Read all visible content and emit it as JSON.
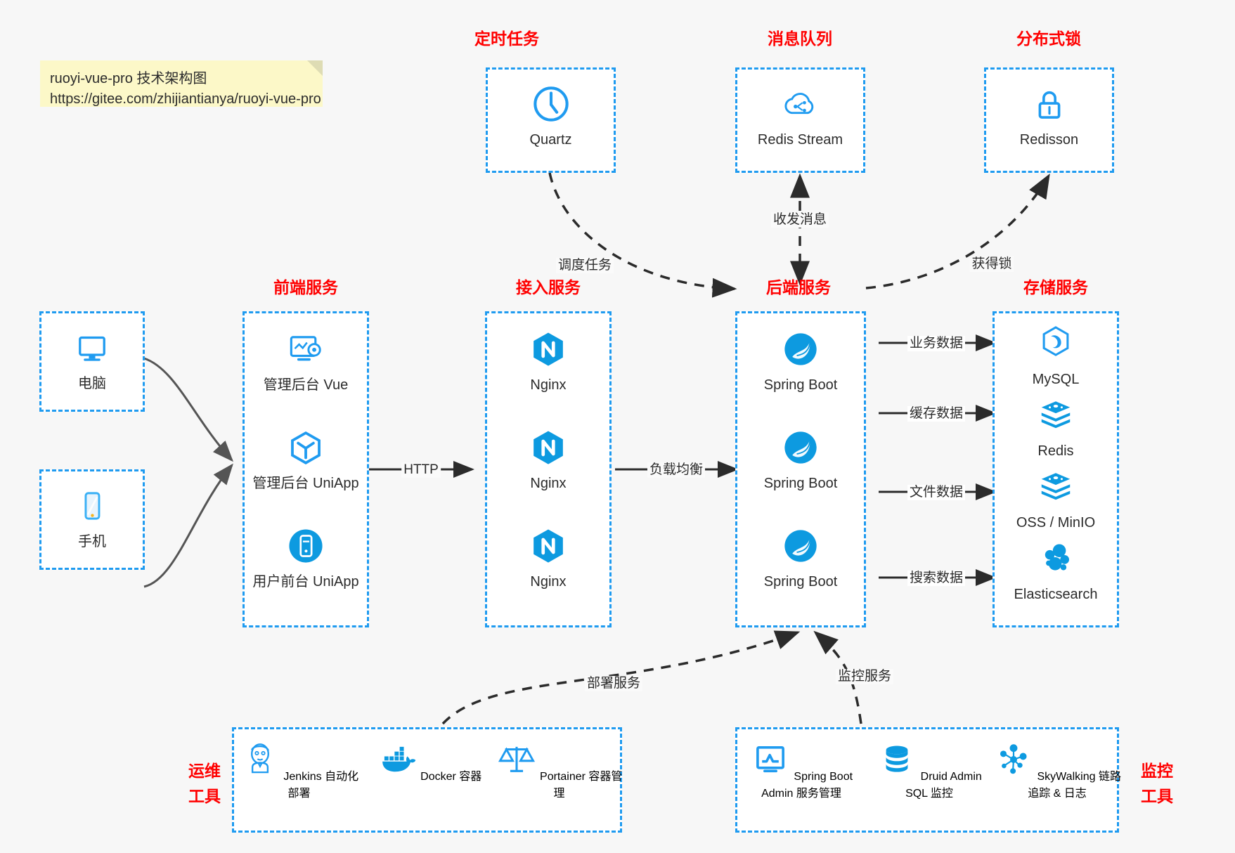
{
  "note": {
    "line1": "ruoyi-vue-pro 技术架构图",
    "line2": "https://gitee.com/zhijiantianya/ruoyi-vue-pro"
  },
  "colors": {
    "box_border": "#1f9bf0",
    "group_title": "#ff0000",
    "icon_blue": "#1f9bf0",
    "arrow_dark": "#2b2b2b",
    "arrow_gray": "#555555",
    "note_bg": "#fcf8c8",
    "page_bg": "#f7f7f7"
  },
  "groups": {
    "scheduler": {
      "title": "定时任务",
      "nodes": [
        {
          "label": "Quartz",
          "icon": "clock-icon"
        }
      ]
    },
    "mq": {
      "title": "消息队列",
      "nodes": [
        {
          "label": "Redis Stream",
          "icon": "cloud-stream-icon"
        }
      ]
    },
    "lock": {
      "title": "分布式锁",
      "nodes": [
        {
          "label": "Redisson",
          "icon": "lock-icon"
        }
      ]
    },
    "clients": {
      "nodes": [
        {
          "label": "电脑",
          "icon": "desktop-icon"
        },
        {
          "label": "手机",
          "icon": "phone-icon"
        }
      ]
    },
    "frontend": {
      "title": "前端服务",
      "nodes": [
        {
          "label": "管理后台 Vue",
          "icon": "dashboard-settings-icon"
        },
        {
          "label": "管理后台 UniApp",
          "icon": "cube-icon"
        },
        {
          "label": "用户前台 UniApp",
          "icon": "mobile-circle-icon"
        }
      ]
    },
    "gateway": {
      "title": "接入服务",
      "nodes": [
        {
          "label": "Nginx",
          "icon": "nginx-icon"
        },
        {
          "label": "Nginx",
          "icon": "nginx-icon"
        },
        {
          "label": "Nginx",
          "icon": "nginx-icon"
        }
      ]
    },
    "backend": {
      "title": "后端服务",
      "nodes": [
        {
          "label": "Spring Boot",
          "icon": "spring-icon"
        },
        {
          "label": "Spring Boot",
          "icon": "spring-icon"
        },
        {
          "label": "Spring Boot",
          "icon": "spring-icon"
        }
      ]
    },
    "storage": {
      "title": "存储服务",
      "nodes": [
        {
          "label": "MySQL",
          "icon": "mysql-icon"
        },
        {
          "label": "Redis",
          "icon": "redis-icon"
        },
        {
          "label": "OSS / MinIO",
          "icon": "redis-icon"
        },
        {
          "label": "Elasticsearch",
          "icon": "elasticsearch-icon"
        }
      ]
    },
    "devops": {
      "title_line1": "运维",
      "title_line2": "工具",
      "nodes": [
        {
          "label": "Jenkins",
          "sublabel": "自动化部署",
          "icon": "jenkins-icon"
        },
        {
          "label": "Docker",
          "sublabel": "容器",
          "icon": "docker-icon"
        },
        {
          "label": "Portainer",
          "sublabel": "容器管理",
          "icon": "scales-icon"
        }
      ]
    },
    "monitor": {
      "title_line1": "监控",
      "title_line2": "工具",
      "nodes": [
        {
          "label": "Spring Boot Admin",
          "sublabel": "服务管理",
          "icon": "monitor-chart-icon"
        },
        {
          "label": "Druid Admin",
          "sublabel": "SQL 监控",
          "icon": "database-icon"
        },
        {
          "label": "SkyWalking",
          "sublabel": "链路追踪 & 日志",
          "icon": "skywalking-icon"
        }
      ]
    }
  },
  "edges": [
    {
      "label": "调度任务"
    },
    {
      "label": "收发消息"
    },
    {
      "label": "获得锁"
    },
    {
      "label": "HTTP"
    },
    {
      "label": "负载均衡"
    },
    {
      "label": "业务数据"
    },
    {
      "label": "缓存数据"
    },
    {
      "label": "文件数据"
    },
    {
      "label": "搜索数据"
    },
    {
      "label": "部署服务"
    },
    {
      "label": "监控服务"
    }
  ]
}
